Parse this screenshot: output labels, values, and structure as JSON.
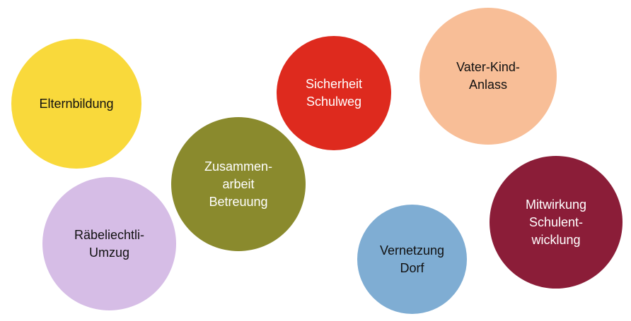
{
  "bubbles": {
    "elternbildung": {
      "lines": [
        "Elternbildung"
      ],
      "color": "#f9d93b",
      "text_color": "#111111"
    },
    "sicherheit": {
      "lines": [
        "Sicherheit",
        "Schulweg"
      ],
      "color": "#de2a1e",
      "text_color": "#ffffff"
    },
    "vater": {
      "lines": [
        "Vater-Kind-",
        "Anlass"
      ],
      "color": "#f8be97",
      "text_color": "#111111"
    },
    "zusammen": {
      "lines": [
        "Zusammen-",
        "arbeit",
        "Betreuung"
      ],
      "color": "#8a8a2d",
      "text_color": "#ffffff"
    },
    "raebe": {
      "lines": [
        "Räbeliechtli-",
        "Umzug"
      ],
      "color": "#d6bde6",
      "text_color": "#111111"
    },
    "vernetzung": {
      "lines": [
        "Vernetzung",
        "Dorf"
      ],
      "color": "#7fadd3",
      "text_color": "#111111"
    },
    "mitwirkung": {
      "lines": [
        "Mitwirkung",
        "Schulent-",
        "wicklung"
      ],
      "color": "#8b1d38",
      "text_color": "#ffffff"
    }
  }
}
